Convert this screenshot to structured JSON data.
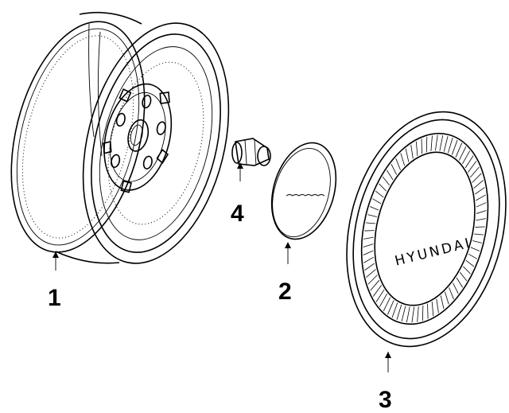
{
  "callouts": {
    "wheel": "1",
    "center_cap": "2",
    "wheel_cover": "3",
    "lug_nut": "4"
  },
  "wheel_cover_text": "HYUNDAI"
}
